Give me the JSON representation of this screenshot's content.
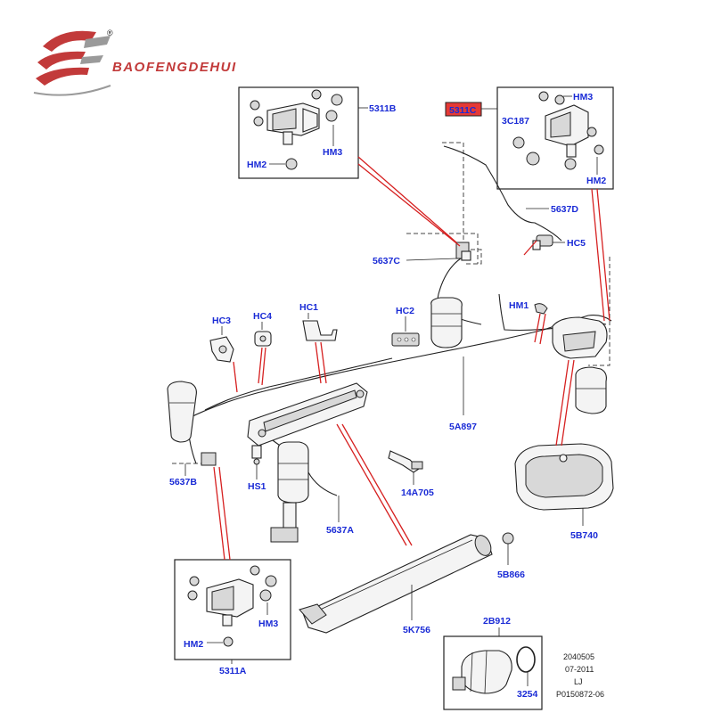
{
  "brand": {
    "name": "BAOFENGDEHUI",
    "registered": "®"
  },
  "colors": {
    "label": "#1a2bd6",
    "highlight": "#e53935",
    "brand": "#c23a3a",
    "leader_red": "#d62020"
  },
  "callouts": {
    "b5311B": "5311B",
    "b5311B_hm2": "HM2",
    "b5311B_hm3": "HM3",
    "b5311C": "5311C",
    "b5311C_3c187": "3C187",
    "b5311C_hm3": "HM3",
    "b5311C_hm2": "HM2",
    "p5637D": "5637D",
    "pHC5": "HC5",
    "p5637C": "5637C",
    "pHC2": "HC2",
    "pHM1": "HM1",
    "pHC1": "HC1",
    "pHC3": "HC3",
    "pHC4": "HC4",
    "p5A897": "5A897",
    "p5637B": "5637B",
    "pHS1": "HS1",
    "p14A705": "14A705",
    "p5637A": "5637A",
    "p5B740": "5B740",
    "p5B866": "5B866",
    "p5K756": "5K756",
    "p2B912": "2B912",
    "p3254": "3254",
    "b5311A": "5311A",
    "b5311A_hm2": "HM2",
    "b5311A_hm3": "HM3"
  },
  "footer": {
    "line1": "2040505",
    "line2": "07-2011",
    "line3": "LJ",
    "line4": "P0150872-06"
  }
}
